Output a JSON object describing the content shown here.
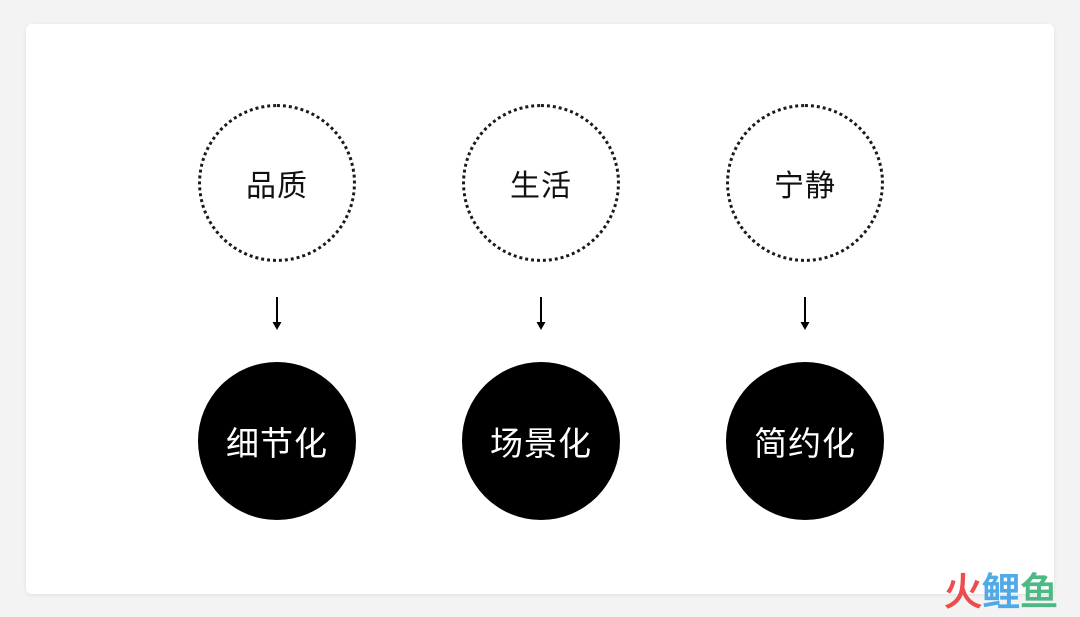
{
  "columns": [
    {
      "top": "品质",
      "bottom": "细节化"
    },
    {
      "top": "生活",
      "bottom": "场景化"
    },
    {
      "top": "宁静",
      "bottom": "简约化"
    }
  ],
  "watermark": {
    "chars": [
      "火",
      "鲤",
      "鱼"
    ],
    "colors": [
      "#ee3a3a",
      "#3fa1e6",
      "#3ab37a"
    ]
  },
  "colors": {
    "background": "#f3f3f3",
    "card": "#ffffff",
    "ink": "#000000"
  }
}
